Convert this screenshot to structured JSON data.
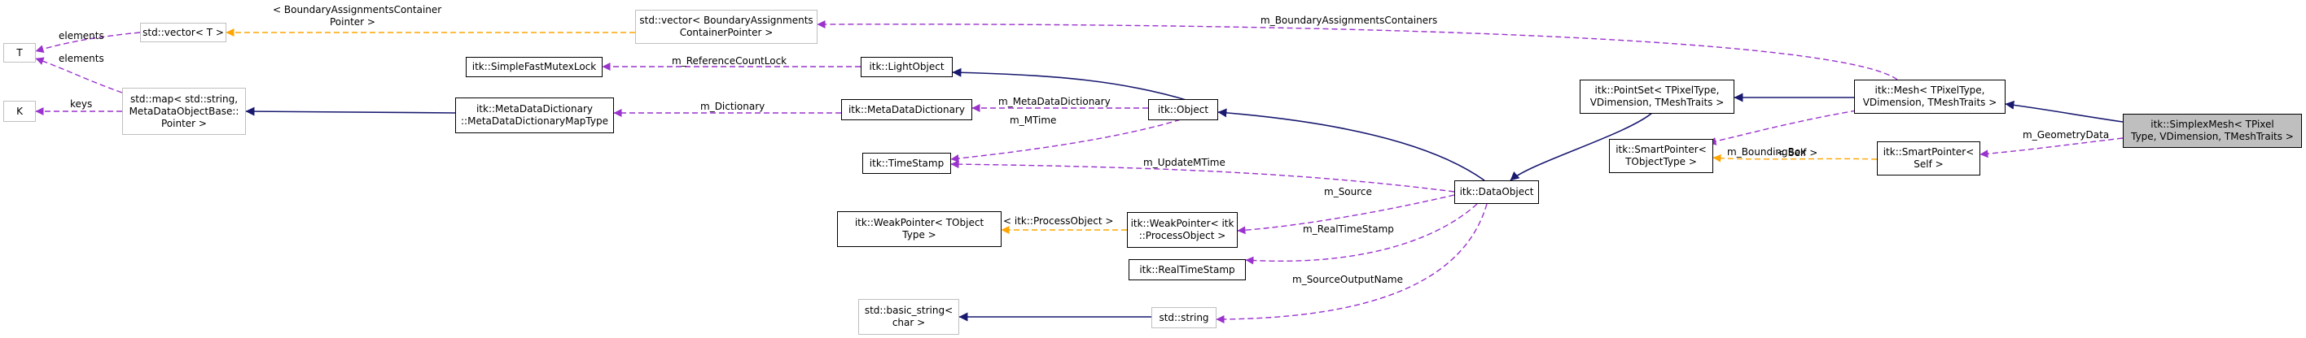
{
  "nodes": {
    "t": [
      "T"
    ],
    "k": [
      "K"
    ],
    "vector_t": [
      "std::vector< T >"
    ],
    "map": [
      "std::map< std::string,",
      "MetaDataObjectBase::",
      "Pointer >"
    ],
    "vector_bac": [
      "std::vector< BoundaryAssignments",
      "ContainerPointer >"
    ],
    "simple_fast_mutex_lock": [
      "itk::SimpleFastMutexLock"
    ],
    "light_object": [
      "itk::LightObject"
    ],
    "metadata_dict_map": [
      "itk::MetaDataDictionary",
      "::MetaDataDictionaryMapType"
    ],
    "metadata_dict": [
      "itk::MetaDataDictionary"
    ],
    "object": [
      "itk::Object"
    ],
    "time_stamp": [
      "itk::TimeStamp"
    ],
    "weak_pointer_tobject": [
      "itk::WeakPointer< TObject",
      "Type >"
    ],
    "weak_pointer_process": [
      "itk::WeakPointer< itk",
      "::ProcessObject >"
    ],
    "real_time_stamp": [
      "itk::RealTimeStamp"
    ],
    "basic_string": [
      "std::basic_string<",
      "char >"
    ],
    "string": [
      "std::string"
    ],
    "data_object": [
      "itk::DataObject"
    ],
    "point_set": [
      "itk::PointSet< TPixelType,",
      "VDimension, TMeshTraits >"
    ],
    "smart_pointer_tobject": [
      "itk::SmartPointer<",
      "TObjectType >"
    ],
    "mesh": [
      "itk::Mesh< TPixelType,",
      "VDimension, TMeshTraits >"
    ],
    "smart_pointer_self": [
      "itk::SmartPointer<",
      "Self >"
    ],
    "simplex_mesh": [
      "itk::SimplexMesh< TPixel",
      "Type, VDimension, TMeshTraits >"
    ]
  },
  "edge_labels": {
    "elements_t": "elements",
    "elements_vector": "elements",
    "keys": "keys",
    "bac_template": [
      "< BoundaryAssignmentsContainer",
      "Pointer >"
    ],
    "m_boundary_assignments_containers": "m_BoundaryAssignmentsContainers",
    "m_reference_count_lock": "m_ReferenceCountLock",
    "m_dictionary": "m_Dictionary",
    "m_metadata_dictionary": "m_MetaDataDictionary",
    "m_mtime": "m_MTime",
    "m_update_mtime": "m_UpdateMTime",
    "m_source": "m_Source",
    "process_object_template": "< itk::ProcessObject >",
    "m_real_time_stamp": "m_RealTimeStamp",
    "m_source_output_name": "m_SourceOutputName",
    "m_bounding_box": "m_BoundingBox",
    "self_template": "< Self >",
    "m_geometry_data": "m_GeometryData"
  },
  "colors": {
    "inheritance": "#191970",
    "usage": "#9a32cd",
    "template": "#ffa500",
    "external_border": "#bfbfbf",
    "focus_fill": "#bfbfbf"
  }
}
